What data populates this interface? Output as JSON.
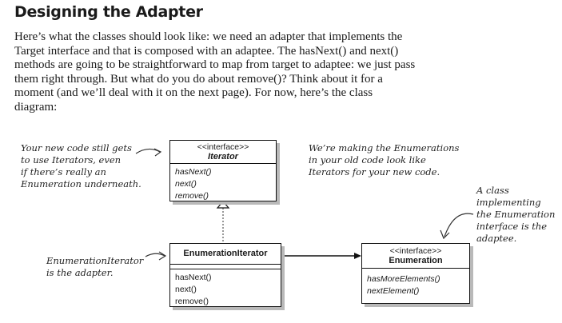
{
  "title": "Designing the Adapter",
  "paragraph": "Here’s what the classes should look like: we need an adapter that implements the Target interface and that is composed with an adaptee.  The hasNext() and next() methods are going to be straightforward to map from target to adaptee: we just pass them right through.  But what do you do about remove()?  Think about it for a moment (and we’ll deal with it on the next page).  For now, here’s the class diagram:",
  "notes": {
    "left_top": "Your new code still gets\nto use Iterators, even\nif there’s really an\nEnumeration underneath.",
    "center_top": "We’re making the Enumerations\nin your old code look like\nIterators for your new code.",
    "right": "A class\nimplementing\nthe Enumeration\ninterface is the\nadaptee.",
    "left_bottom": "EnumerationIterator\nis the adapter."
  },
  "classes": {
    "iterator": {
      "stereotype": "<<interface>>",
      "name": "Iterator",
      "methods": [
        "hasNext()",
        "next()",
        "remove()"
      ]
    },
    "enum_iterator": {
      "name": "EnumerationIterator",
      "methods": [
        "hasNext()",
        "next()",
        "remove()"
      ]
    },
    "enumeration": {
      "stereotype": "<<interface>>",
      "name": "Enumeration",
      "methods": [
        "hasMoreElements()",
        "nextElement()"
      ]
    }
  }
}
